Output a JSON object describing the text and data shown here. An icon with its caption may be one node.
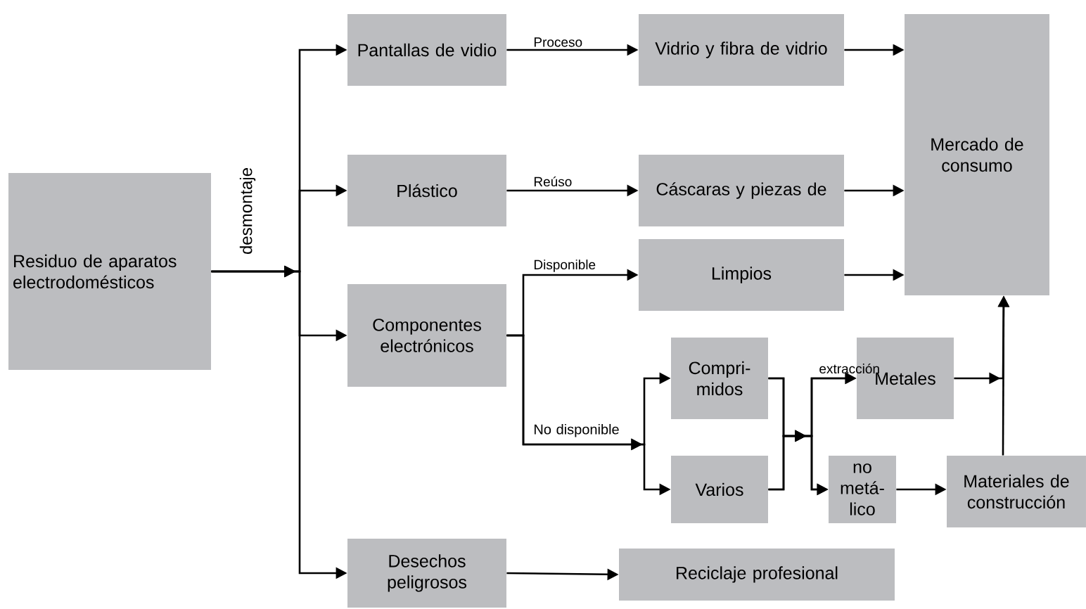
{
  "diagram": {
    "nodes": [
      {
        "text": [
          "Residuo de aparatos electrodomésticos"
        ]
      },
      {
        "text": [
          "Pantallas de vidio"
        ]
      },
      {
        "text": [
          "Plástico"
        ]
      },
      {
        "text": [
          "Componentes electrónicos"
        ]
      },
      {
        "text": [
          "Desechos peligrosos"
        ]
      },
      {
        "text": [
          "Vidrio y fibra de vidrio"
        ]
      },
      {
        "text": [
          "Cáscaras y piezas de"
        ]
      },
      {
        "text": [
          "Limpios"
        ]
      },
      {
        "text": [
          "Mercado de consumo"
        ]
      },
      {
        "text": [
          "Compri- midos"
        ]
      },
      {
        "text": [
          "Varios"
        ]
      },
      {
        "text": [
          "Metales"
        ]
      },
      {
        "text": [
          "no metá- lico"
        ]
      },
      {
        "text": [
          "Materiales de construcción"
        ]
      },
      {
        "text": [
          "Reciclaje profesional"
        ]
      }
    ],
    "edges": [
      {
        "from": 0,
        "to": 1,
        "arrow": "to",
        "label": "desmontaje"
      },
      {
        "from": 0,
        "to": 2,
        "arrow": "to"
      },
      {
        "from": 0,
        "to": 3,
        "arrow": "to"
      },
      {
        "from": 0,
        "to": 4,
        "arrow": "to"
      },
      {
        "from": 1,
        "to": 5,
        "arrow": "to",
        "label": "Proceso"
      },
      {
        "from": 2,
        "to": 6,
        "arrow": "to",
        "label": "Reúso"
      },
      {
        "from": 3,
        "to": 7,
        "arrow": "to",
        "label": "Disponible"
      },
      {
        "from": 3,
        "to": 9,
        "arrow": "to",
        "label": "No disponible"
      },
      {
        "from": 3,
        "to": 10,
        "arrow": "to"
      },
      {
        "from": 9,
        "to": 11,
        "arrow": "to",
        "label": "extracción"
      },
      {
        "from": 9,
        "to": 12,
        "arrow": "to"
      },
      {
        "from": 10,
        "to": 11,
        "arrow": "to"
      },
      {
        "from": 10,
        "to": 12,
        "arrow": "to"
      },
      {
        "from": 5,
        "to": 8,
        "arrow": "to"
      },
      {
        "from": 6,
        "to": 8,
        "arrow": "to"
      },
      {
        "from": 7,
        "to": 8,
        "arrow": "to"
      },
      {
        "from": 11,
        "to": 8,
        "arrow": "to"
      },
      {
        "from": 12,
        "to": 13,
        "arrow": "to"
      },
      {
        "from": 13,
        "to": 8,
        "arrow": "to"
      },
      {
        "from": 4,
        "to": 14,
        "arrow": "to"
      }
    ]
  }
}
